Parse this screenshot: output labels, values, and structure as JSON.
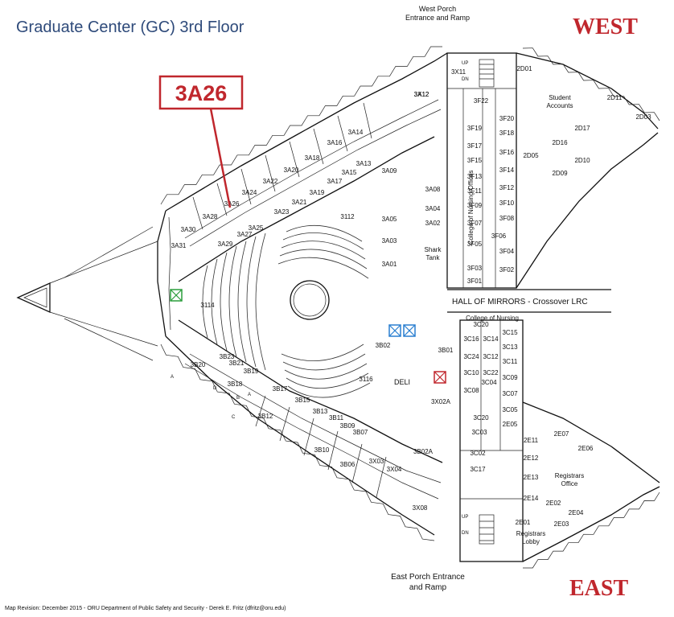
{
  "title": "Graduate Center (GC) 3rd Floor",
  "directions": {
    "west": "WEST",
    "east": "EAST"
  },
  "entrances": {
    "west_line1": "West Porch",
    "west_line2": "Entrance and Ramp",
    "east_line1": "East Porch Entrance",
    "east_line2": "and Ramp"
  },
  "highlight": {
    "room": "3A26",
    "color": "#c0272d"
  },
  "hall": "HALL OF MIRRORS - Crossover LRC",
  "footer": "Map Revision: December 2015  - ORU Department of Public Safety and Security - Derek E. Fritz (dfritz@oru.edu)",
  "colors": {
    "title": "#2e4a7a",
    "accent": "#c0272d",
    "elevator": "#2a7fd0",
    "stair_green": "#2a9d3b"
  },
  "labels": {
    "deli": "DELI",
    "shark_tank_1": "Shark",
    "shark_tank_2": "Tank",
    "student_accounts_1": "Student",
    "student_accounts_2": "Accounts",
    "registrars_office_1": "Registrars",
    "registrars_office_2": "Office",
    "registrars_lobby_1": "Registrars",
    "registrars_lobby_2": "Lobby",
    "college_nursing": "College of Nursing",
    "college_nursing_offices": "College of Nursing Offices"
  },
  "rooms_a": [
    "3A30",
    "3A28",
    "3A26",
    "3A24",
    "3A22",
    "3A20",
    "3A18",
    "3A16",
    "3A14",
    "3A13",
    "3A15",
    "3A17",
    "3A19",
    "3A21",
    "3A23",
    "3A25",
    "3A27",
    "3A29",
    "3A31",
    "3A09",
    "3A12",
    "3A08",
    "3A05",
    "3A04",
    "3A03",
    "3A02",
    "3A01",
    "3112",
    "3114",
    "3X12",
    "3X11",
    "3F22"
  ],
  "rooms_f": [
    "3F20",
    "3F18",
    "3F19",
    "3F17",
    "3F16",
    "3F15",
    "3F14",
    "3F13",
    "3F12",
    "3F11",
    "3F10",
    "3F09",
    "3F08",
    "3F07",
    "3F06",
    "3F05",
    "3F04",
    "3F03",
    "3F02",
    "3F01"
  ],
  "rooms_d": [
    "2D01",
    "2D05",
    "2D09",
    "2D10",
    "2D16",
    "2D17",
    "2D11",
    "2D03"
  ],
  "rooms_b": [
    "3B20",
    "3B23",
    "3B21",
    "3B19",
    "3B18",
    "3B17",
    "3B15",
    "3B13",
    "3B11",
    "3B09",
    "3B07",
    "3B12",
    "3B10",
    "3B06",
    "3B02",
    "3B01",
    "3B02A",
    "3116",
    "3X03",
    "3X04",
    "3X08",
    "3X02A"
  ],
  "rooms_c": [
    "3C20",
    "3C16",
    "3C14",
    "3C24",
    "3C12",
    "3C10",
    "3C22",
    "3C08",
    "3C04",
    "3C20",
    "3C03",
    "3C02",
    "3C17",
    "3C15",
    "3C13",
    "3C11",
    "3C09",
    "3C07",
    "3C05"
  ],
  "rooms_e": [
    "2E07",
    "2E06",
    "2E11",
    "2E12",
    "2E13",
    "2E14",
    "2E01",
    "2E02",
    "2E03",
    "2E04",
    "2E05"
  ],
  "small_marks": {
    "a": "A",
    "b": "B",
    "c": "C",
    "d": "D",
    "up": "UP",
    "dn": "DN"
  }
}
